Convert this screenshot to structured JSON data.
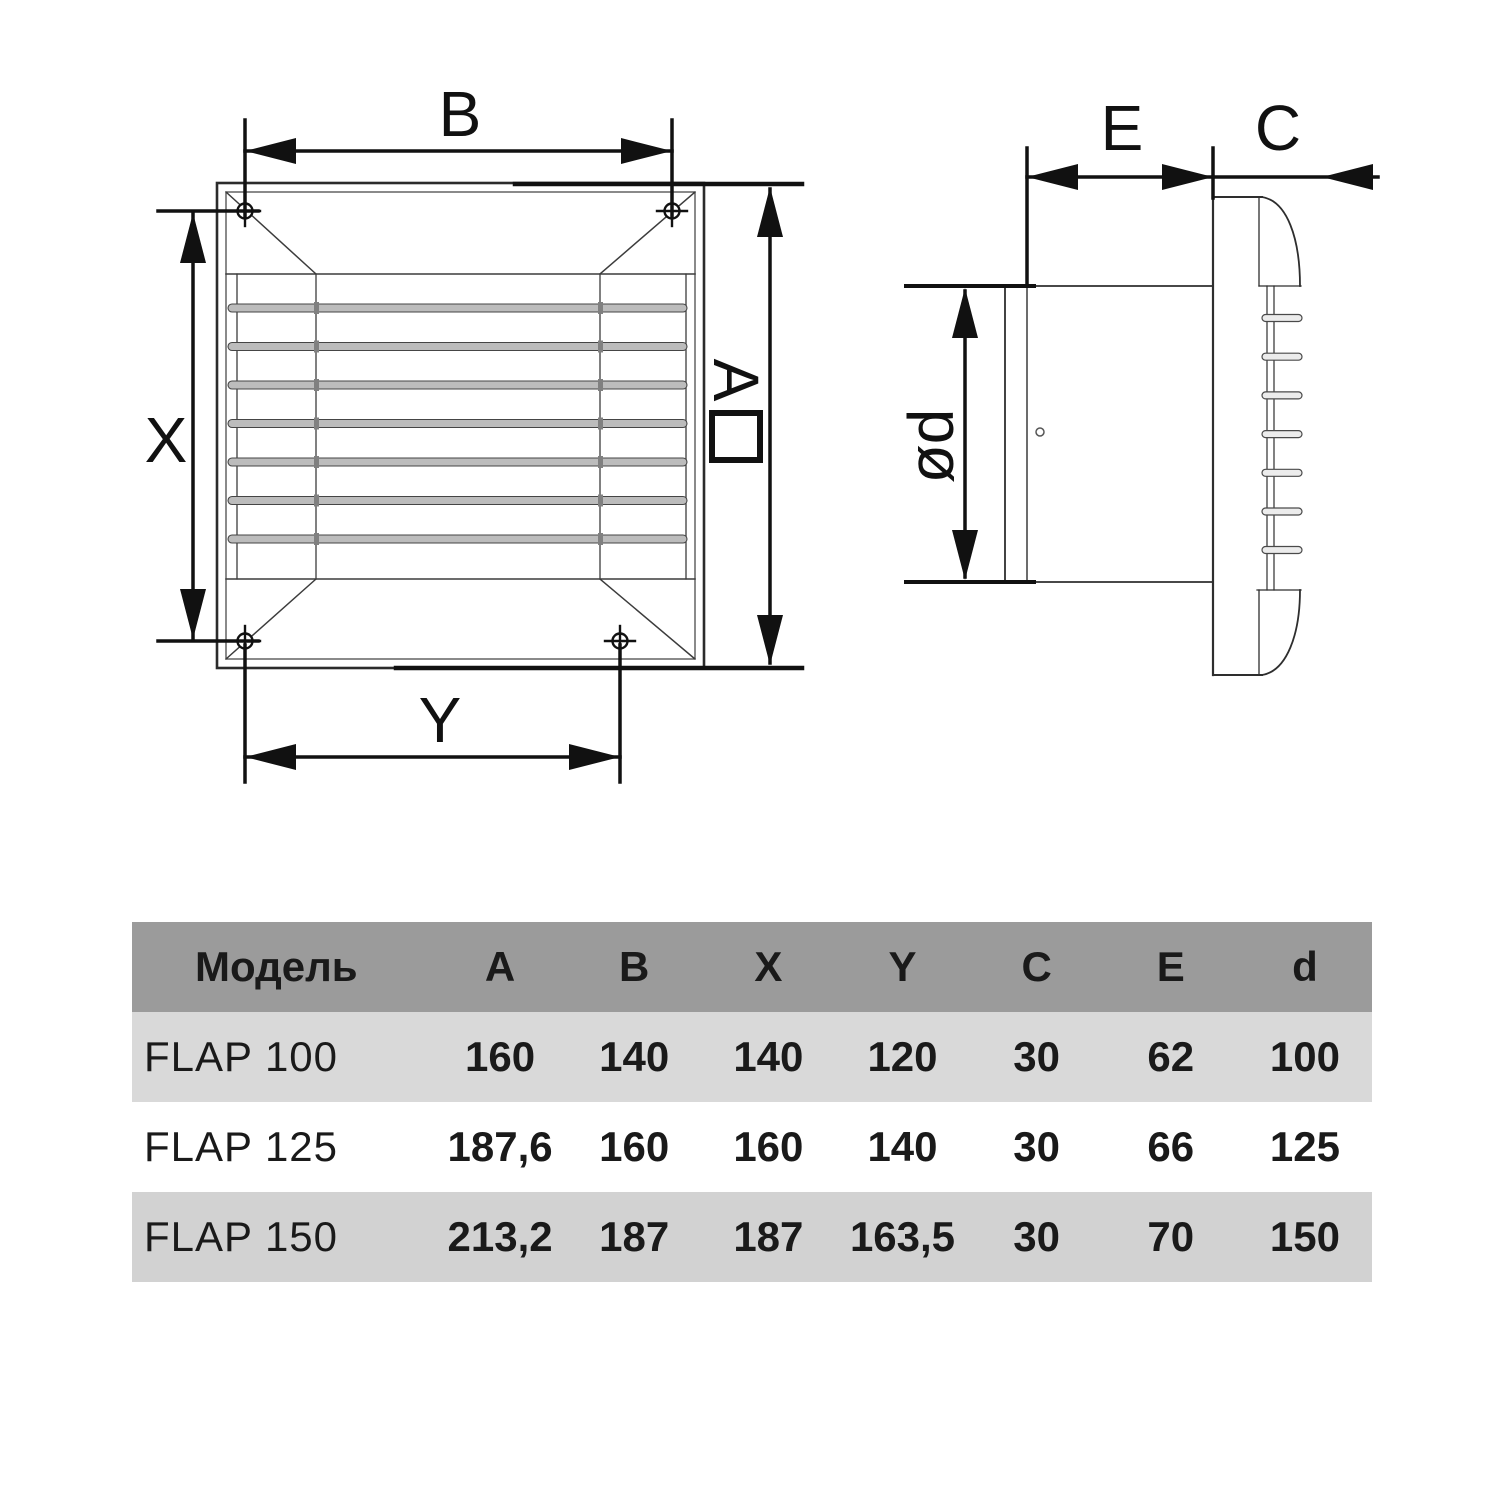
{
  "front_view": {
    "dim_b": "B",
    "dim_x": "X",
    "dim_y": "Y",
    "dim_a": "A",
    "square_symbol": "□"
  },
  "side_view": {
    "dim_e": "E",
    "dim_c": "C",
    "dim_d": "ød"
  },
  "table": {
    "headers": [
      "Модель",
      "A",
      "B",
      "X",
      "Y",
      "C",
      "E",
      "d"
    ],
    "rows": [
      {
        "model": "FLAP 100",
        "values": [
          "160",
          "140",
          "140",
          "120",
          "30",
          "62",
          "100"
        ]
      },
      {
        "model": "FLAP 125",
        "values": [
          "187,6",
          "160",
          "160",
          "140",
          "30",
          "66",
          "125"
        ]
      },
      {
        "model": "FLAP 150",
        "values": [
          "213,2",
          "187",
          "187",
          "163,5",
          "30",
          "70",
          "150"
        ]
      }
    ]
  },
  "colors": {
    "header_bg": "#9b9b9b",
    "row_light_bg": "#d9d9d9",
    "row_white_bg": "#ffffff",
    "row_gray_bg": "#d2d2d2",
    "drawing_line": "#2e2e2e",
    "dimension_line": "#111111",
    "louver_fill": "#bcbcbc"
  }
}
